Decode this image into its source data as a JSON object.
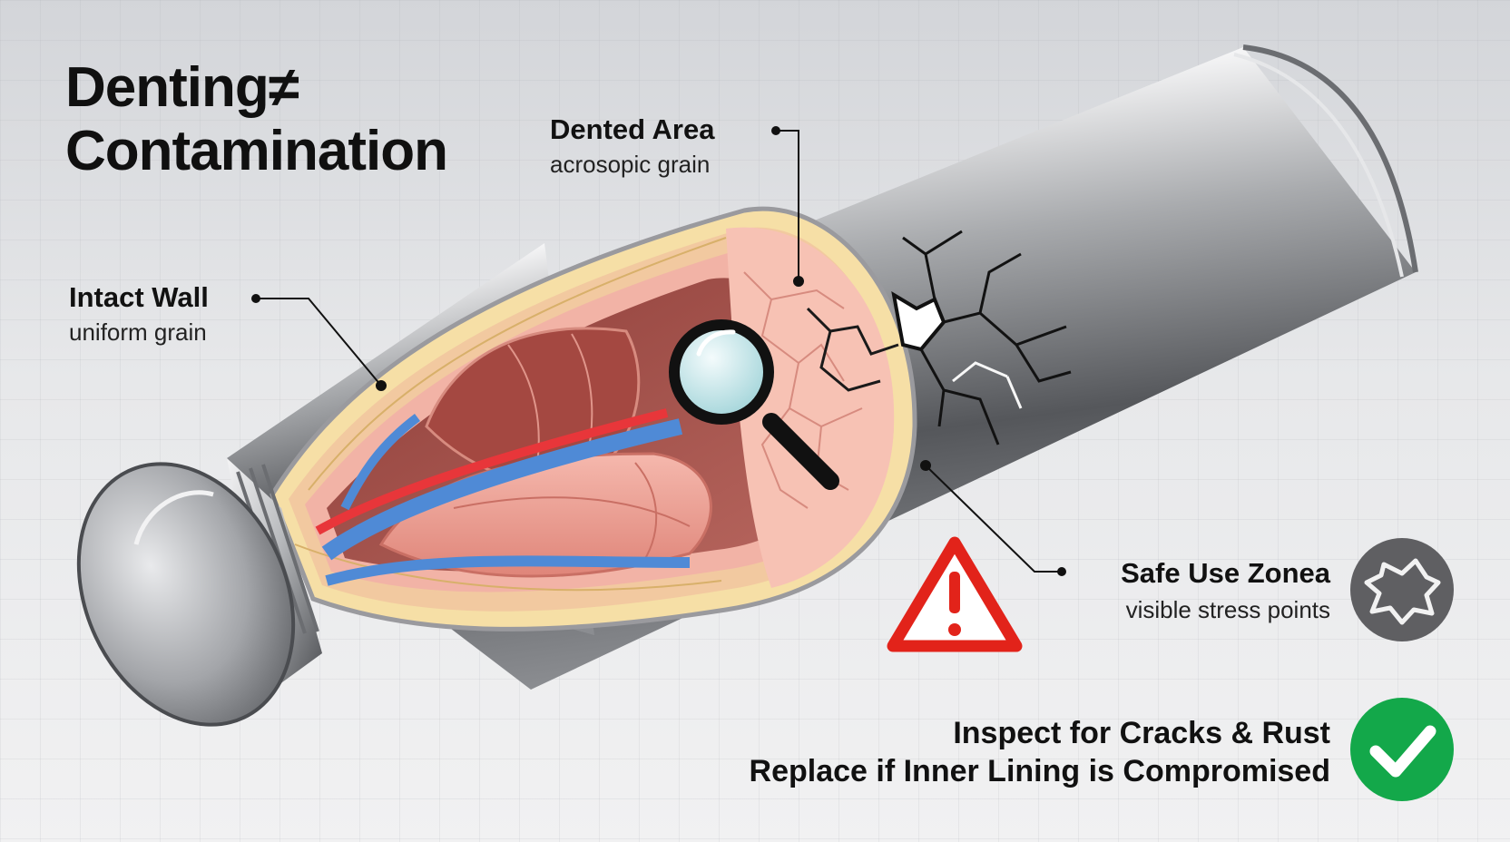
{
  "title": {
    "line1": "Denting≠",
    "line2": "Contamination"
  },
  "callouts": {
    "dented_area": {
      "label": "Dented Area",
      "sub": "acrosopic grain"
    },
    "intact_wall": {
      "label": "Intact Wall",
      "sub": "uniform grain"
    },
    "safe_use_zone": {
      "label": "Safe Use Zonea",
      "sub": "visible stress points"
    }
  },
  "steps": {
    "line1": "Inspect for Cracks & Rust",
    "line2": "Replace if Inner Lining is Compromised"
  },
  "icons": [
    "warning-triangle-icon",
    "magnifier-icon",
    "stress-badge-icon",
    "check-circle-icon"
  ],
  "colors": {
    "warning_red": "#e2231a",
    "check_green": "#13a84a",
    "badge_gray": "#5f5f62",
    "artery_red": "#e8363a",
    "vein_blue": "#4f8ad6",
    "tissue_pink": "#f2b3a6",
    "fat_yellow": "#f6dfa6"
  }
}
